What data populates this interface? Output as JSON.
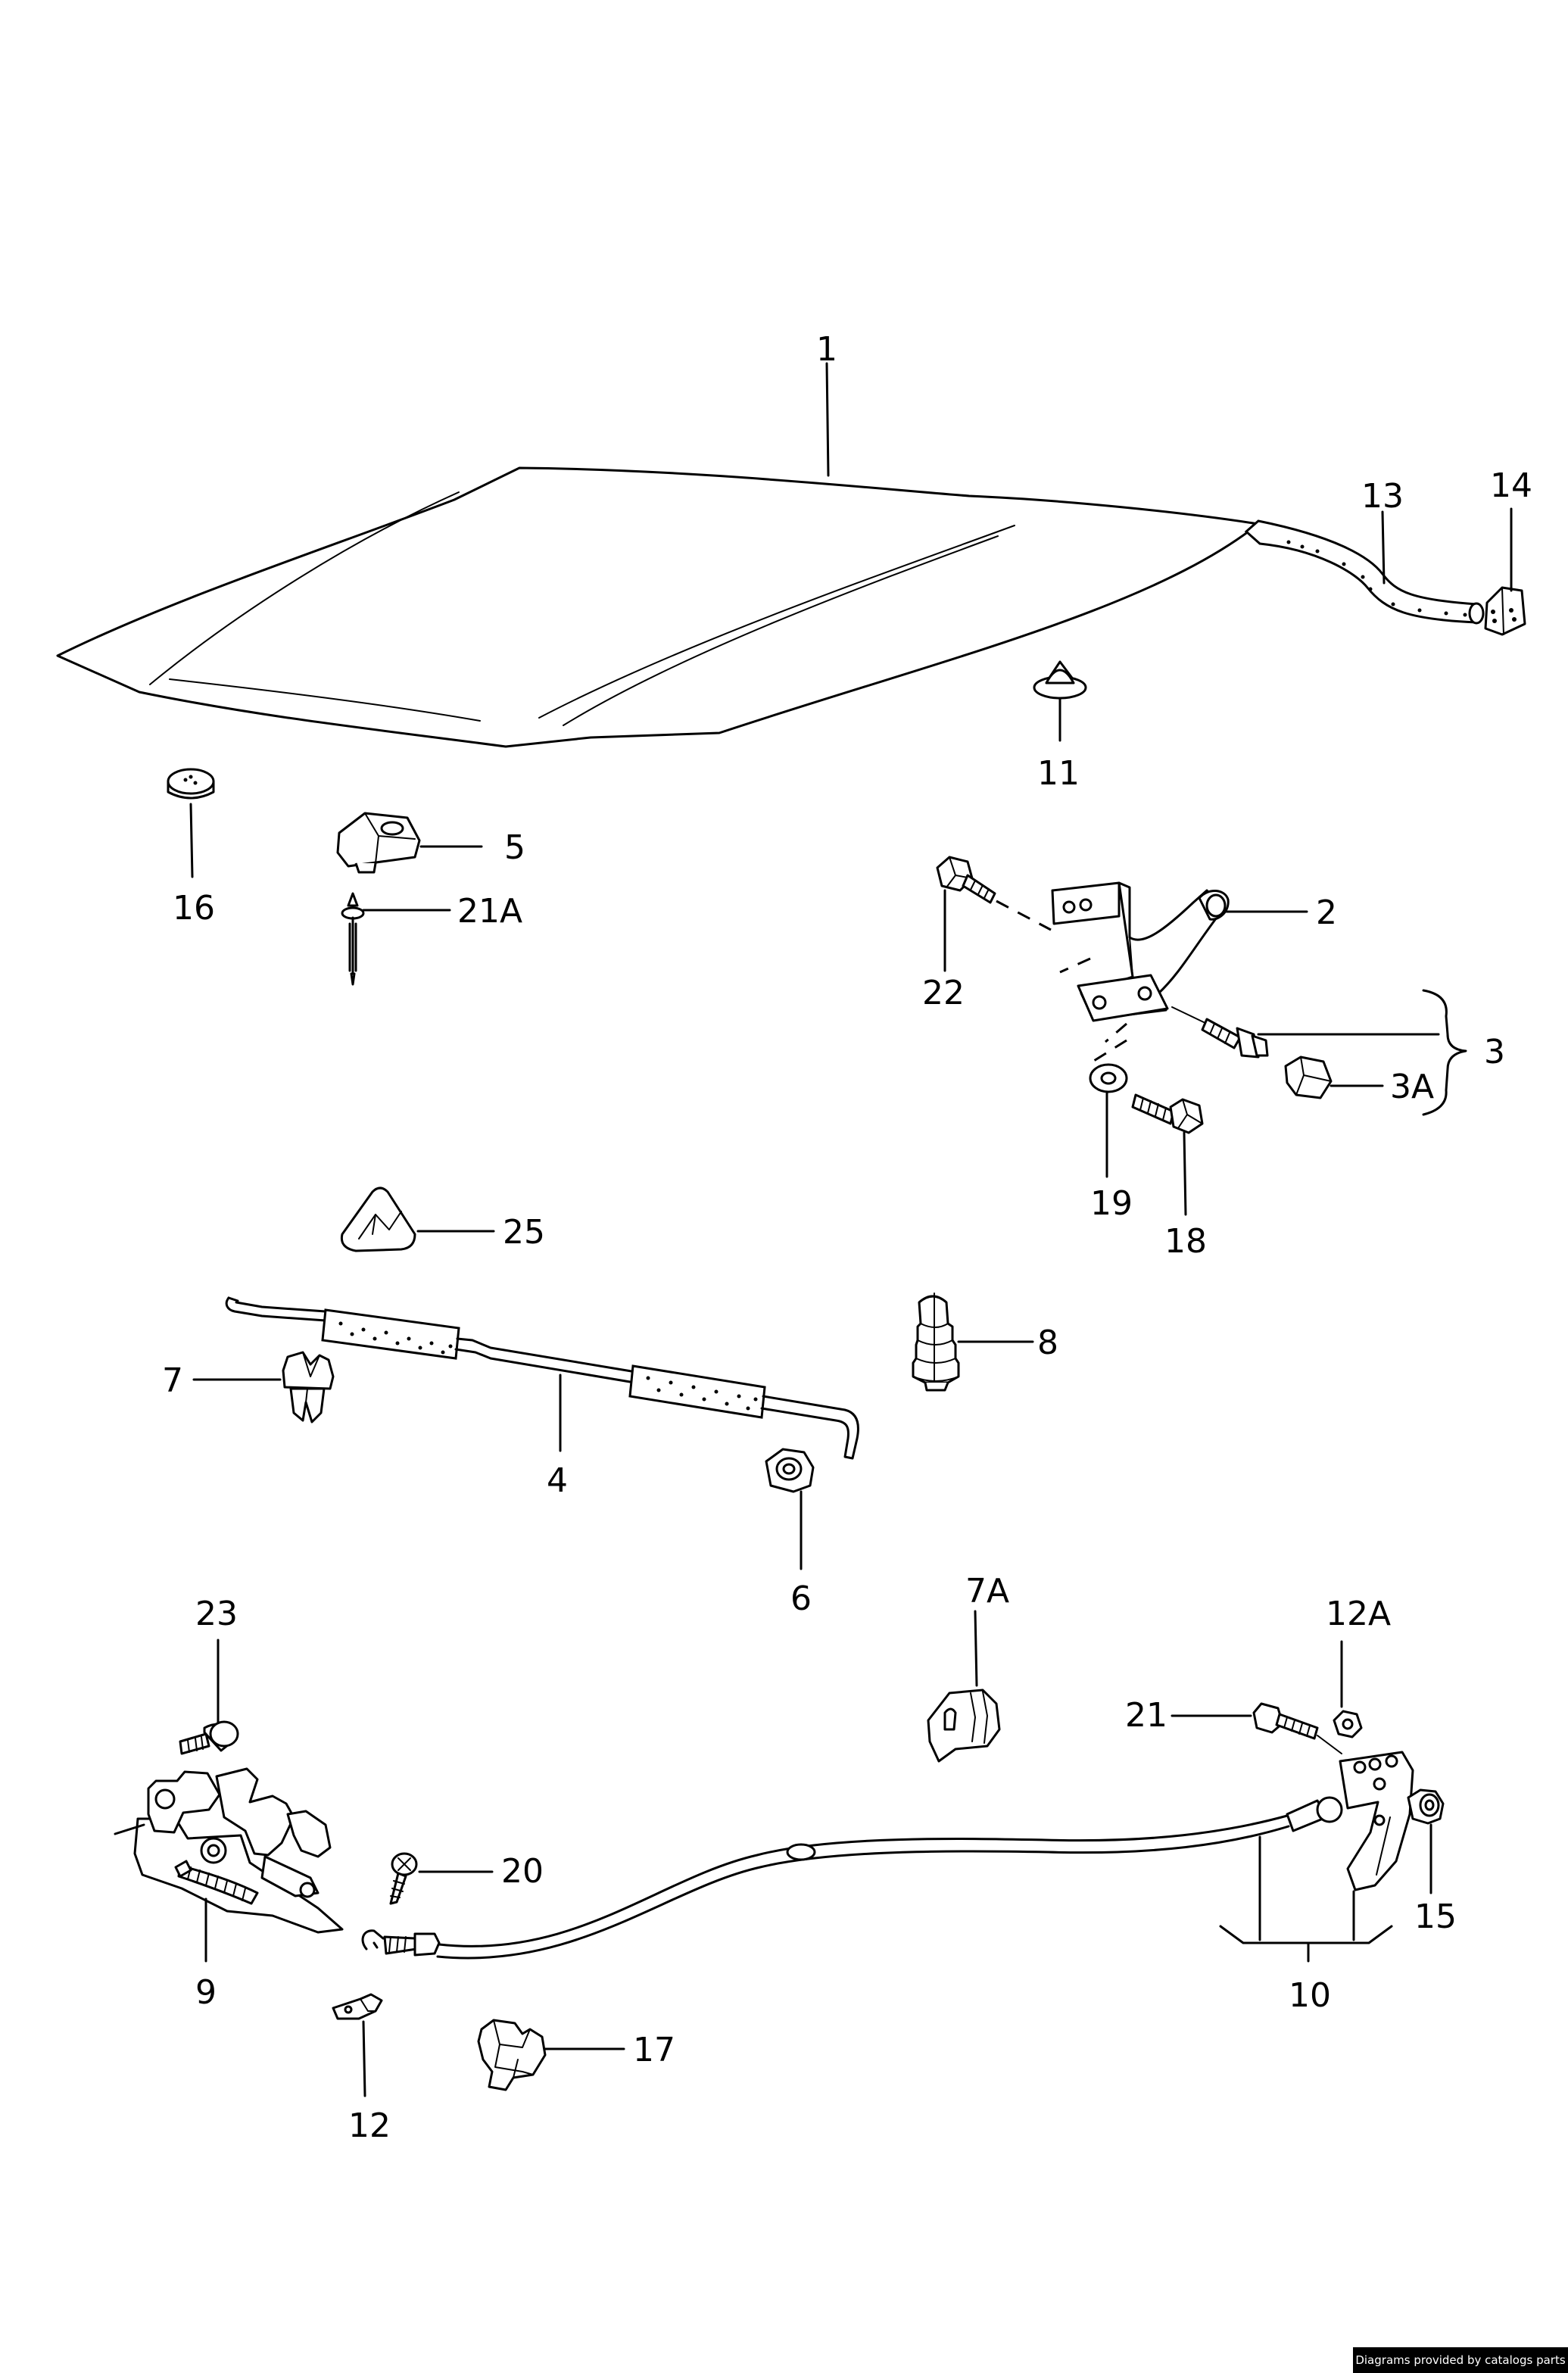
{
  "labels": {
    "p1": "1",
    "p2": "2",
    "p3": "3",
    "p3a": "3A",
    "p4": "4",
    "p5": "5",
    "p6": "6",
    "p7": "7",
    "p7a": "7A",
    "p8": "8",
    "p9": "9",
    "p10": "10",
    "p11": "11",
    "p12": "12",
    "p12a": "12A",
    "p13": "13",
    "p14": "14",
    "p15": "15",
    "p16": "16",
    "p17": "17",
    "p18": "18",
    "p19": "19",
    "p20": "20",
    "p21": "21",
    "p21a": "21A",
    "p22": "22",
    "p23": "23",
    "p25": "25"
  },
  "footer": {
    "credit": "Diagrams provided by catalogs parts"
  }
}
